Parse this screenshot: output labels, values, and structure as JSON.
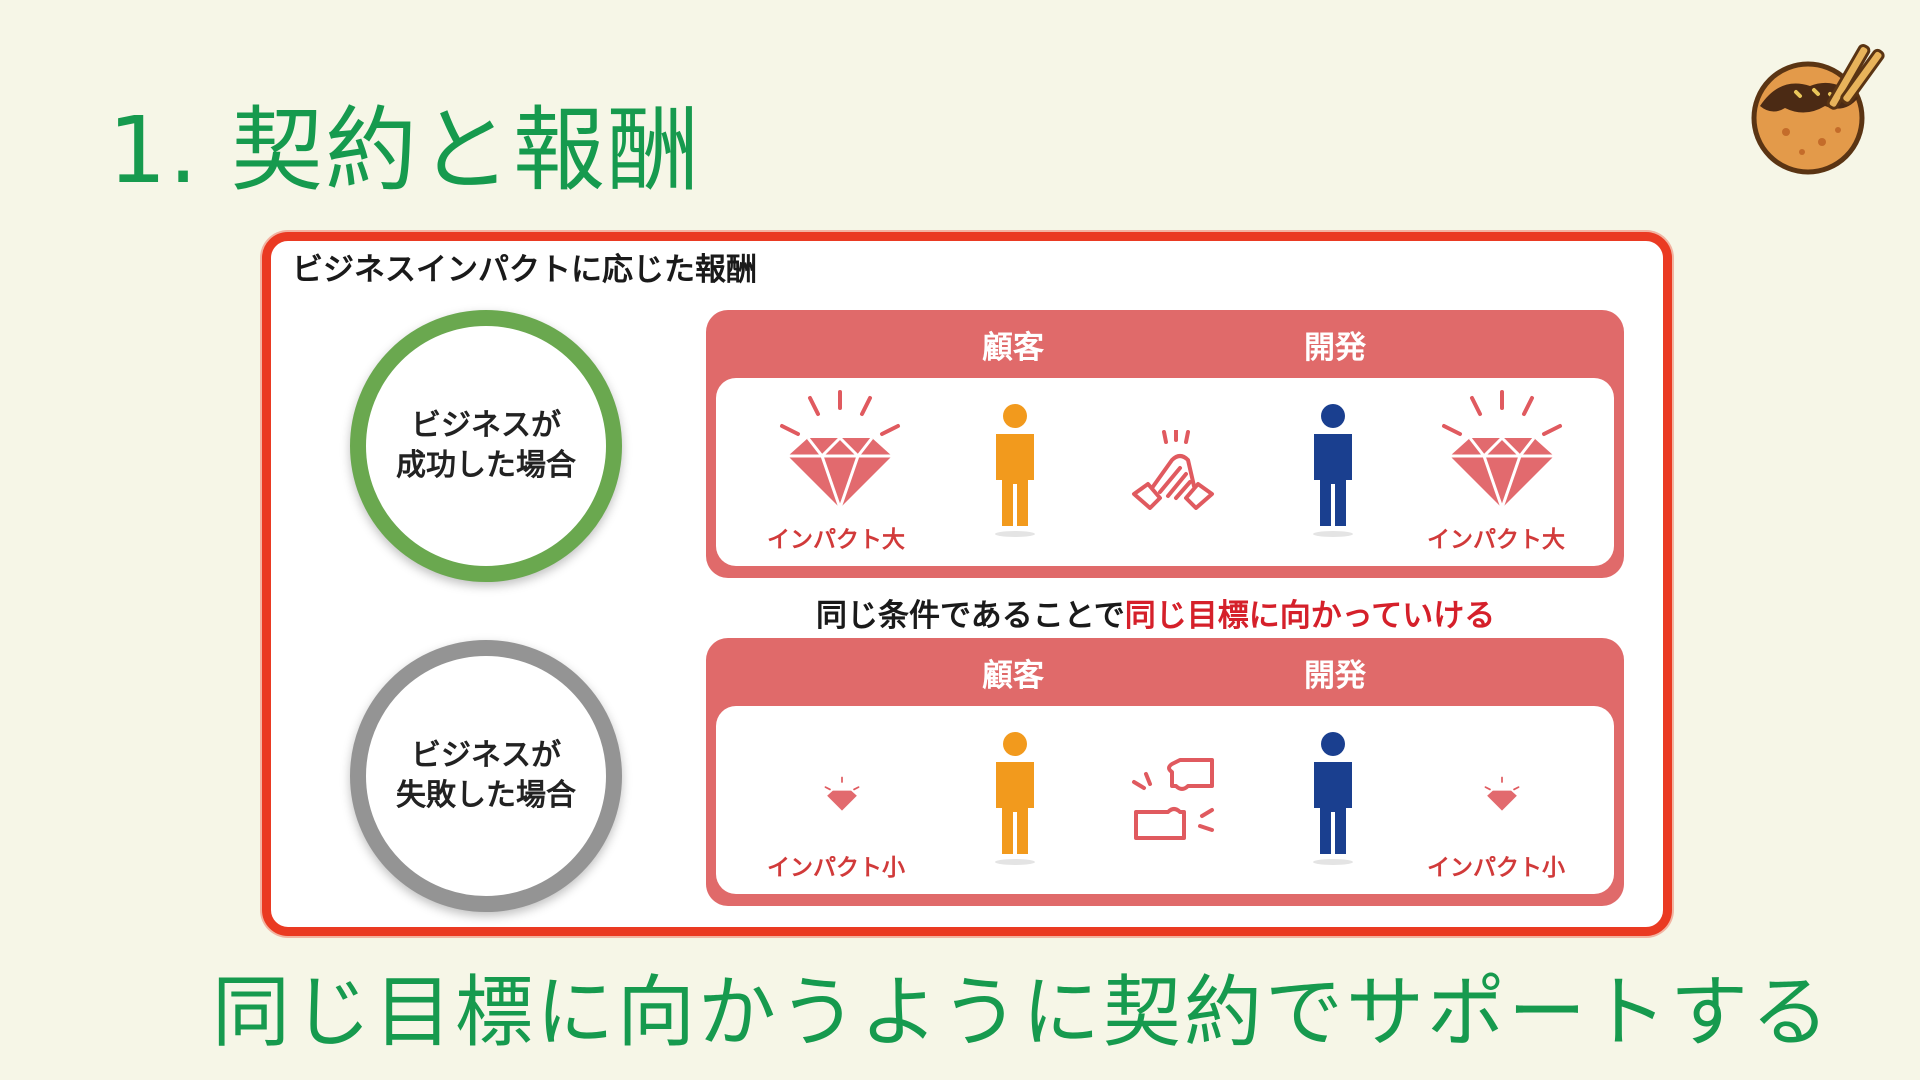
{
  "slide": {
    "title": "1. 契約と報酬"
  },
  "figure": {
    "title": "ビジネスインパクトに応じた報酬",
    "success": {
      "label_line1": "ビジネスが",
      "label_line2": "成功した場合",
      "customer": "顧客",
      "developer": "開発",
      "impact_left": "インパクト大",
      "impact_right": "インパクト大"
    },
    "middle": {
      "text_plain": "同じ条件であることで",
      "text_accent": "同じ目標に向かっていける"
    },
    "failure": {
      "label_line1": "ビジネスが",
      "label_line2": "失敗した場合",
      "customer": "顧客",
      "developer": "開発",
      "impact_left": "インパクト小",
      "impact_right": "インパクト小"
    }
  },
  "footer": {
    "message": "同じ目標に向かうように契約でサポートする"
  },
  "colors": {
    "title_green": "#169a4e",
    "frame_red": "#ea3a22",
    "panel_red": "#e06a6a",
    "customer_orange": "#f29a1d",
    "developer_blue": "#1a3f8f",
    "success_green": "#6aa84f",
    "failure_gray": "#949494"
  },
  "icons": {
    "logo": "takoyaki-mascot-icon",
    "gem": "diamond-icon",
    "person": "person-icon",
    "handshake": "handshake-icon",
    "puzzle": "puzzle-hands-icon"
  }
}
